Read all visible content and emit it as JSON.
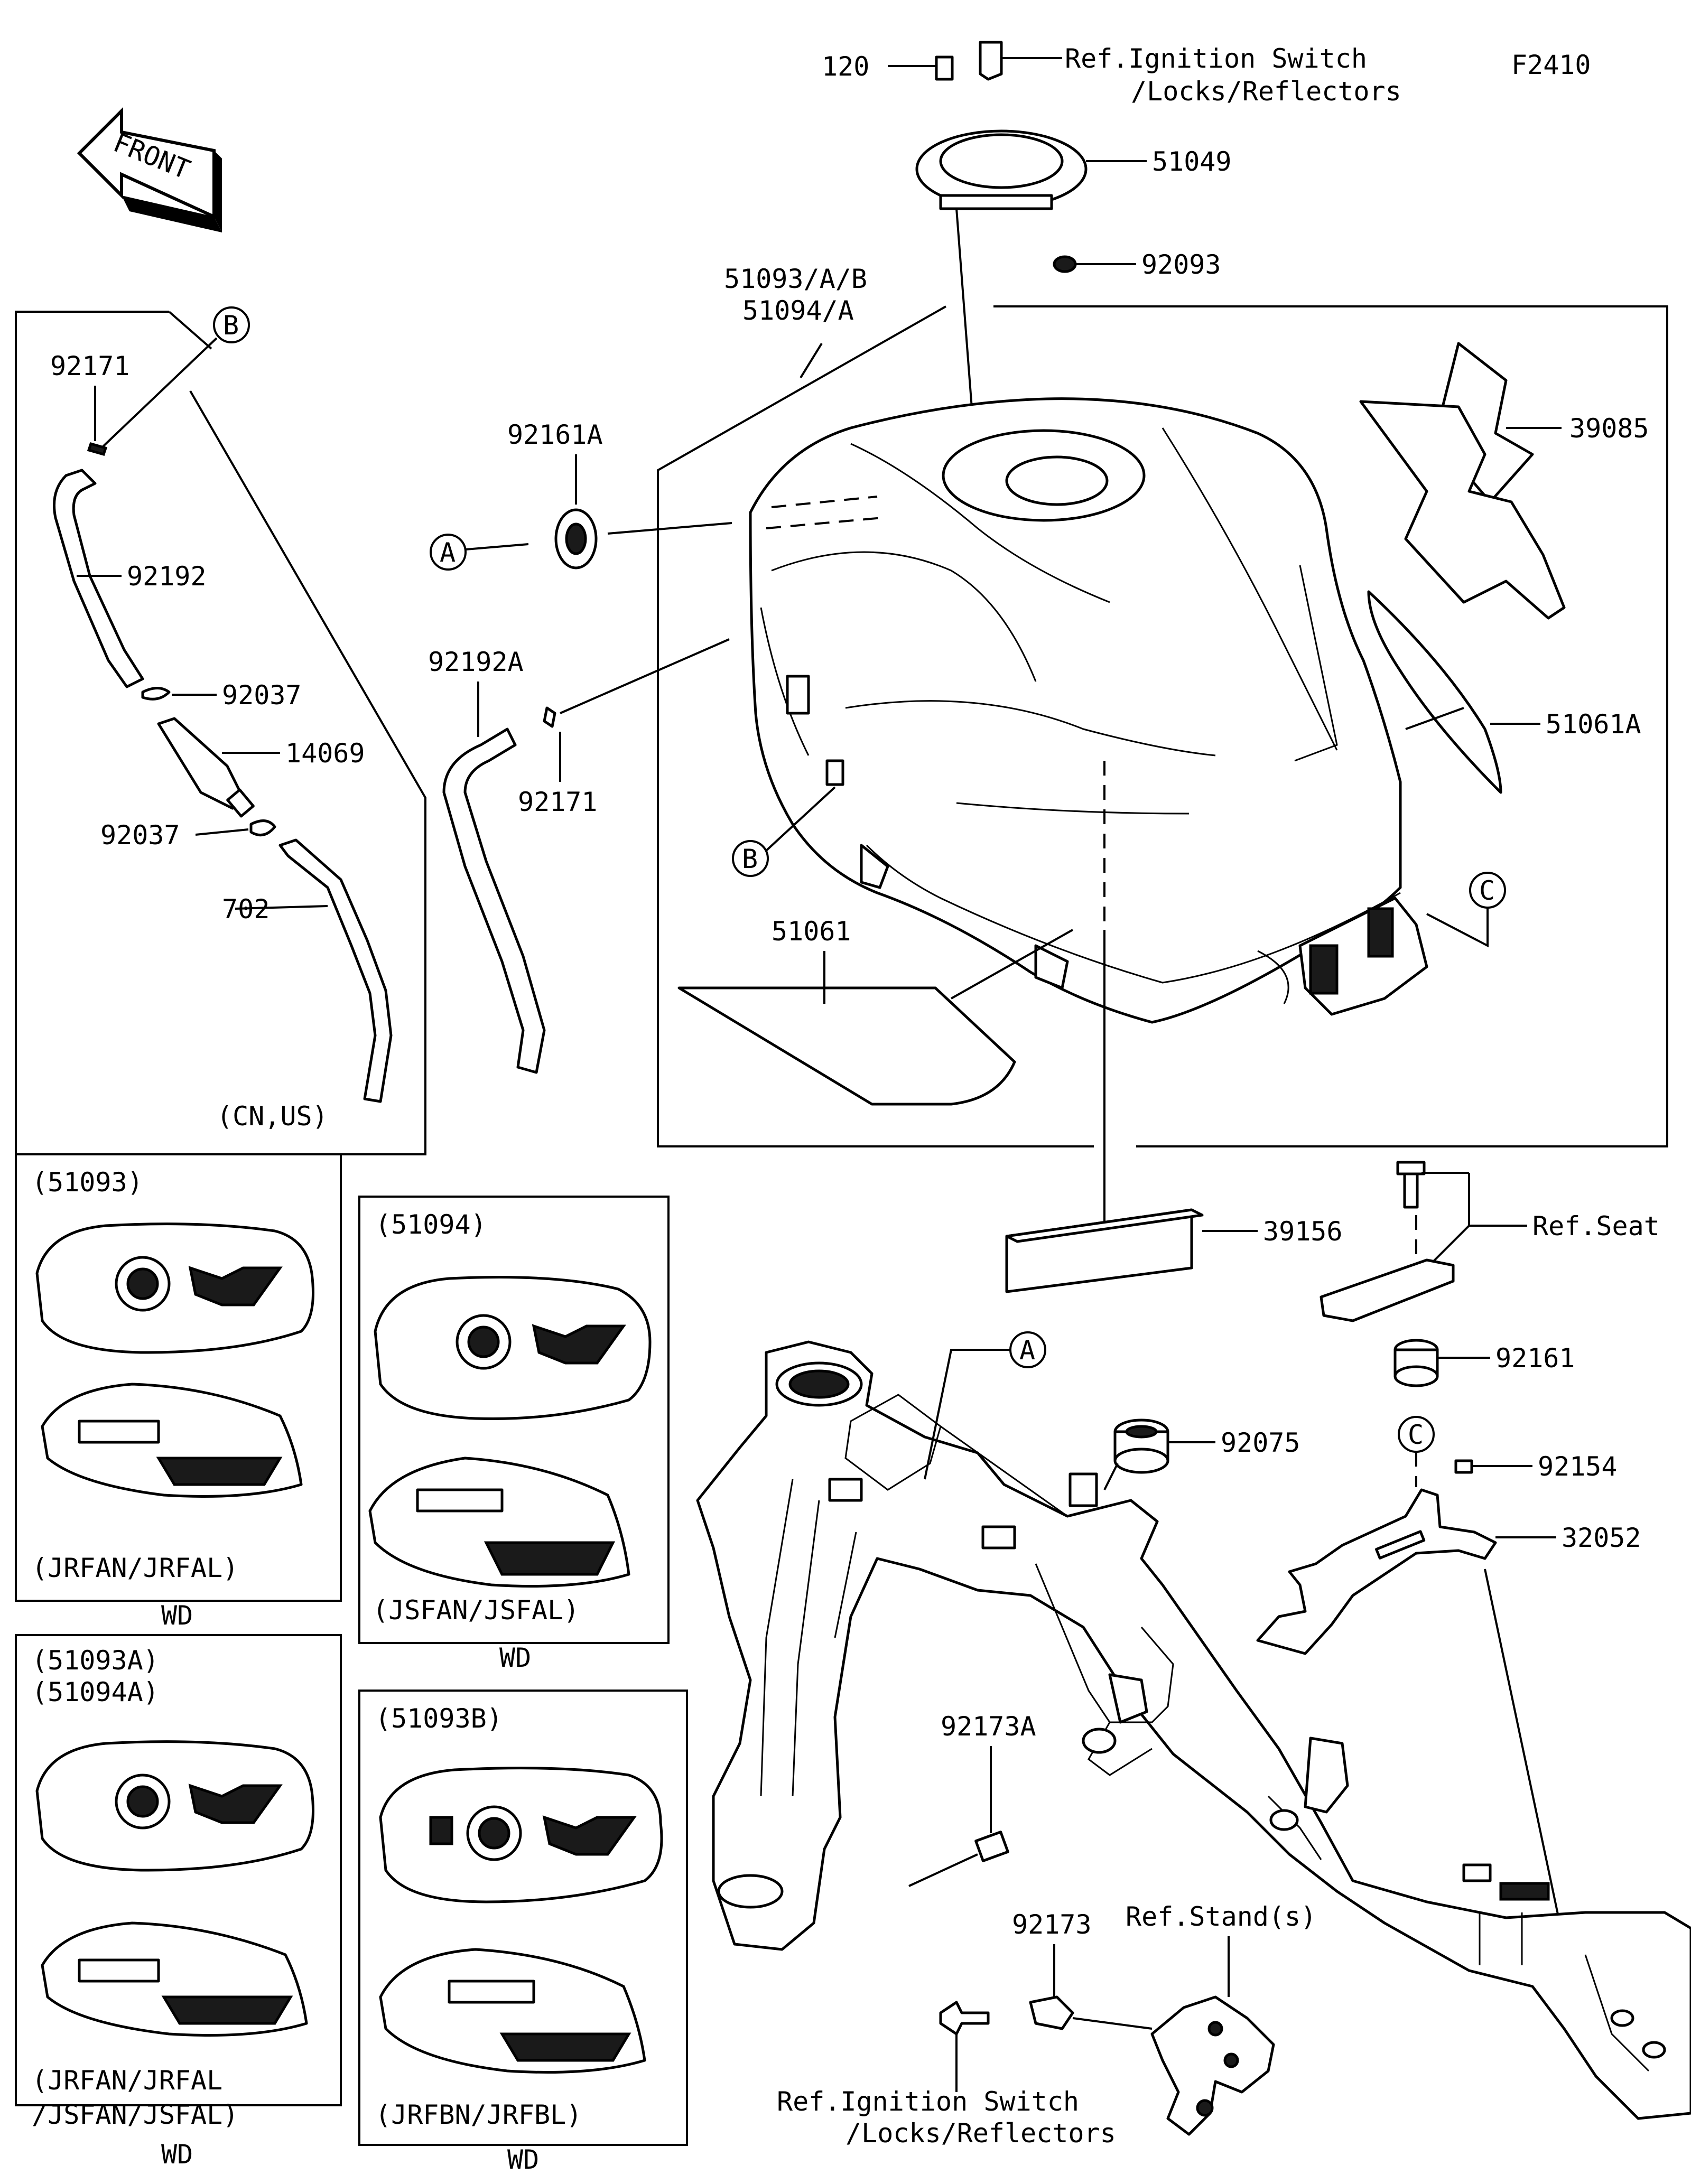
{
  "figure_code": "F2410",
  "front_label": "FRONT",
  "callouts": {
    "a": "A",
    "b": "B",
    "c": "C"
  },
  "parts": {
    "p120": "120",
    "p51049": "51049",
    "p92093": "92093",
    "p51093_line1": "51093/A/B",
    "p51093_line2": "51094/A",
    "p39085": "39085",
    "p92161A": "92161A",
    "p92171_top": "92171",
    "p92192": "92192",
    "p92037_top": "92037",
    "p14069": "14069",
    "p92037_bottom": "92037",
    "p702": "702",
    "p92192A": "92192A",
    "p92171_mid": "92171",
    "p51061A": "51061A",
    "p51061": "51061",
    "p39156": "39156",
    "p92161": "92161",
    "p92075": "92075",
    "p92154": "92154",
    "p32052": "32052",
    "p92173A": "92173A",
    "p92173": "92173"
  },
  "refs": {
    "ignition_top_line1": "Ref.Ignition Switch",
    "ignition_top_line2": "/Locks/Reflectors",
    "seat": "Ref.Seat",
    "stands": "Ref.Stand(s)",
    "ignition_bottom_line1": "Ref.Ignition Switch",
    "ignition_bottom_line2": "/Locks/Reflectors"
  },
  "region_note": "(CN,US)",
  "variants": {
    "v51093": {
      "code": "(51093)",
      "models": "(JRFAN/JRFAL)",
      "finish": "WD"
    },
    "v51094": {
      "code": "(51094)",
      "models": "(JSFAN/JSFAL)",
      "finish": "WD"
    },
    "v51093A": {
      "code_line1": "(51093A)",
      "code_line2": "(51094A)",
      "models_line1": "(JRFAN/JRFAL",
      "models_line2": "/JSFAN/JSFAL)",
      "finish": "WD"
    },
    "v51093B": {
      "code": "(51093B)",
      "models": "(JRFBN/JRFBL)",
      "finish": "WD"
    }
  }
}
